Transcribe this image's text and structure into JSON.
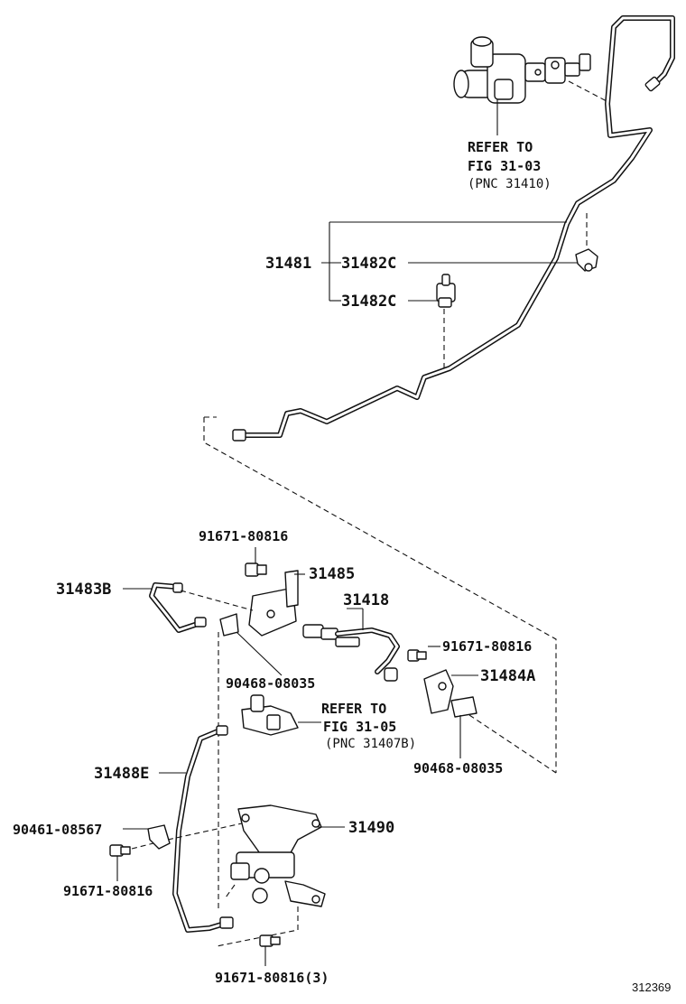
{
  "labels": {
    "refer_top_1": "REFER TO",
    "refer_top_2": "FIG 31-03",
    "refer_top_3": "(PNC 31410)",
    "p31481": "31481",
    "p31482c_a": "31482C",
    "p31482c_b": "31482C",
    "bolt_top": "91671-80816",
    "p31485": "31485",
    "p31483b": "31483B",
    "p31418": "31418",
    "bolt_right": "91671-80816",
    "p31484a": "31484A",
    "clip_left": "90468-08035",
    "refer_mid_1": "REFER TO",
    "refer_mid_2": "FIG 31-05",
    "refer_mid_3": "(PNC 31407B)",
    "clip_right": "90468-08035",
    "p31488e": "31488E",
    "p31490": "31490",
    "clamp": "90461-08567",
    "bolt_left": "91671-80816",
    "bolt_bottom": "91671-80816(3)",
    "diagram_id": "312369"
  },
  "icons": [
    "master-cylinder-icon",
    "pipe-clamp-icon",
    "bolt-icon",
    "bracket-icon",
    "clip-icon",
    "flexible-hose-icon",
    "valve-icon",
    "lsp-valve-icon"
  ]
}
